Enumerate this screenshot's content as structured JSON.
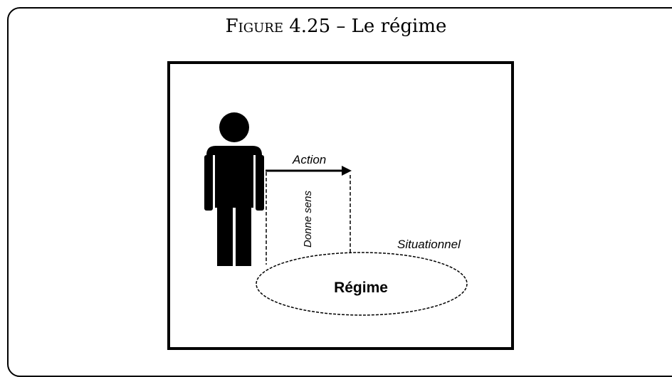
{
  "caption": {
    "prefix": "Figure",
    "rest": " 4.25 – Le régime"
  },
  "diagram": {
    "action_label": "Action",
    "vertical_label": "Donne sens",
    "situational_label": "Situationnel",
    "ellipse_label": "Régime"
  }
}
